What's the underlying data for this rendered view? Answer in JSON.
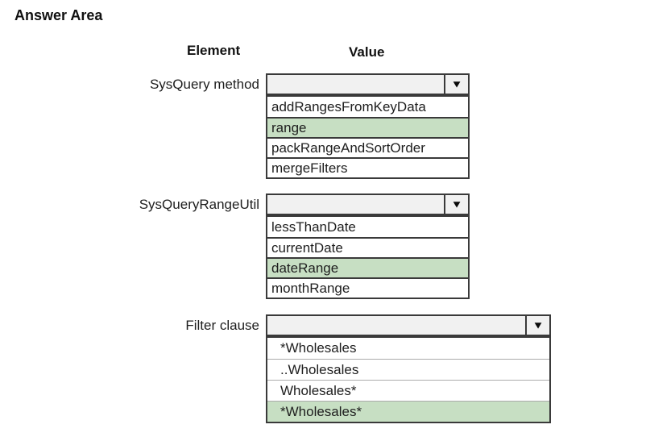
{
  "title": "Answer Area",
  "headers": {
    "element": "Element",
    "value": "Value"
  },
  "icons": {
    "dropdown_arrow": "▼"
  },
  "colors": {
    "border_dark": "#3a3a3a",
    "select_fill": "#f1f1f1",
    "highlight": "#c7dfc3",
    "separator_light": "#ababab",
    "text": "#1e1e1e"
  },
  "rows": [
    {
      "label": "SysQuery method",
      "selected_value": "",
      "options": [
        "addRangesFromKeyData",
        "range",
        "packRangeAndSortOrder",
        "mergeFilters"
      ],
      "highlighted_index": 1,
      "highlighted_option": "range"
    },
    {
      "label": "SysQueryRangeUtil",
      "selected_value": "",
      "options": [
        "lessThanDate",
        "currentDate",
        "dateRange",
        "monthRange"
      ],
      "highlighted_index": 2,
      "highlighted_option": "dateRange"
    },
    {
      "label": "Filter clause",
      "selected_value": "",
      "options": [
        "*Wholesales",
        "..Wholesales",
        "Wholesales*",
        "*Wholesales*"
      ],
      "highlighted_index": 3,
      "highlighted_option": "*Wholesales*"
    }
  ]
}
